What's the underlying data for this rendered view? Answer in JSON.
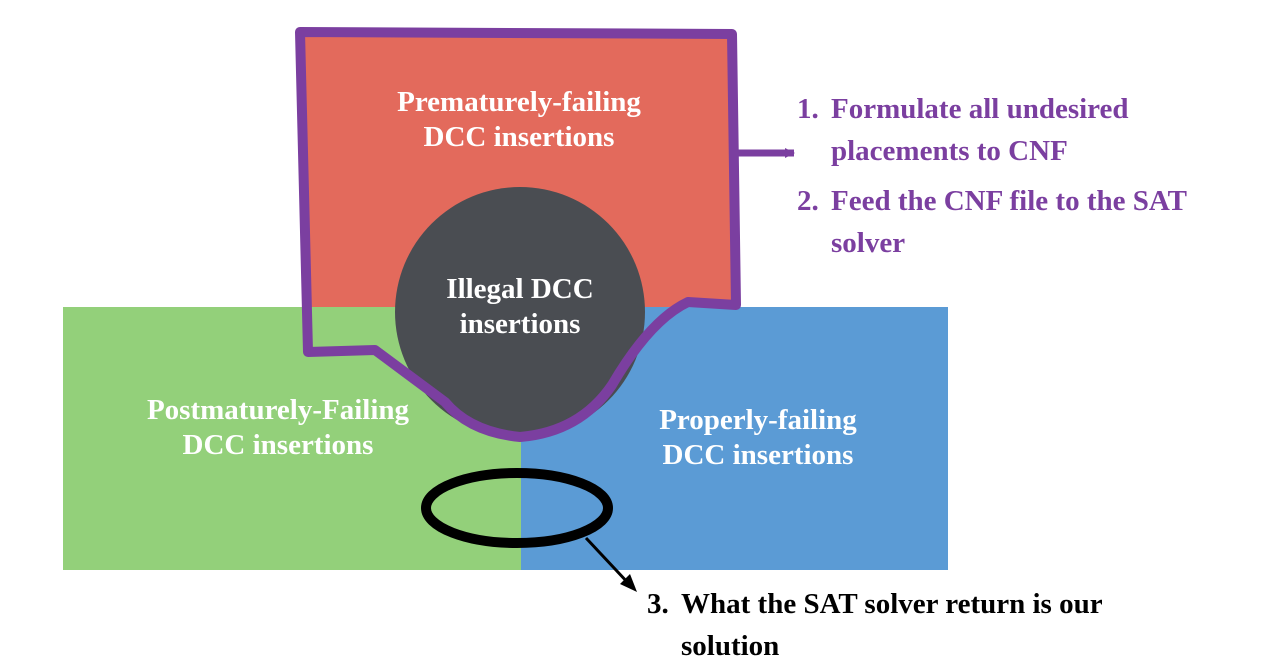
{
  "colors": {
    "red_region": "#e36a5c",
    "green_region": "#93d07a",
    "blue_region": "#5b9bd5",
    "dark_circle": "#4a4d52",
    "purple_accent": "#7b3fa0",
    "black_marker": "#000000"
  },
  "regions": {
    "premature": {
      "label_line1": "Prematurely-failing",
      "label_line2": "DCC insertions"
    },
    "illegal": {
      "label_line1": "Illegal DCC",
      "label_line2": "insertions"
    },
    "postmature": {
      "label_line1": "Postmaturely-Failing",
      "label_line2": "DCC insertions"
    },
    "proper": {
      "label_line1": "Properly-failing",
      "label_line2": "DCC insertions"
    }
  },
  "steps": [
    {
      "number": "1.",
      "line1": "Formulate all undesired",
      "line2": "placements to CNF"
    },
    {
      "number": "2.",
      "line1": "Feed the CNF file to the SAT",
      "line2": "solver"
    },
    {
      "number": "3.",
      "line1": "What the SAT solver return is our",
      "line2": "solution"
    }
  ]
}
